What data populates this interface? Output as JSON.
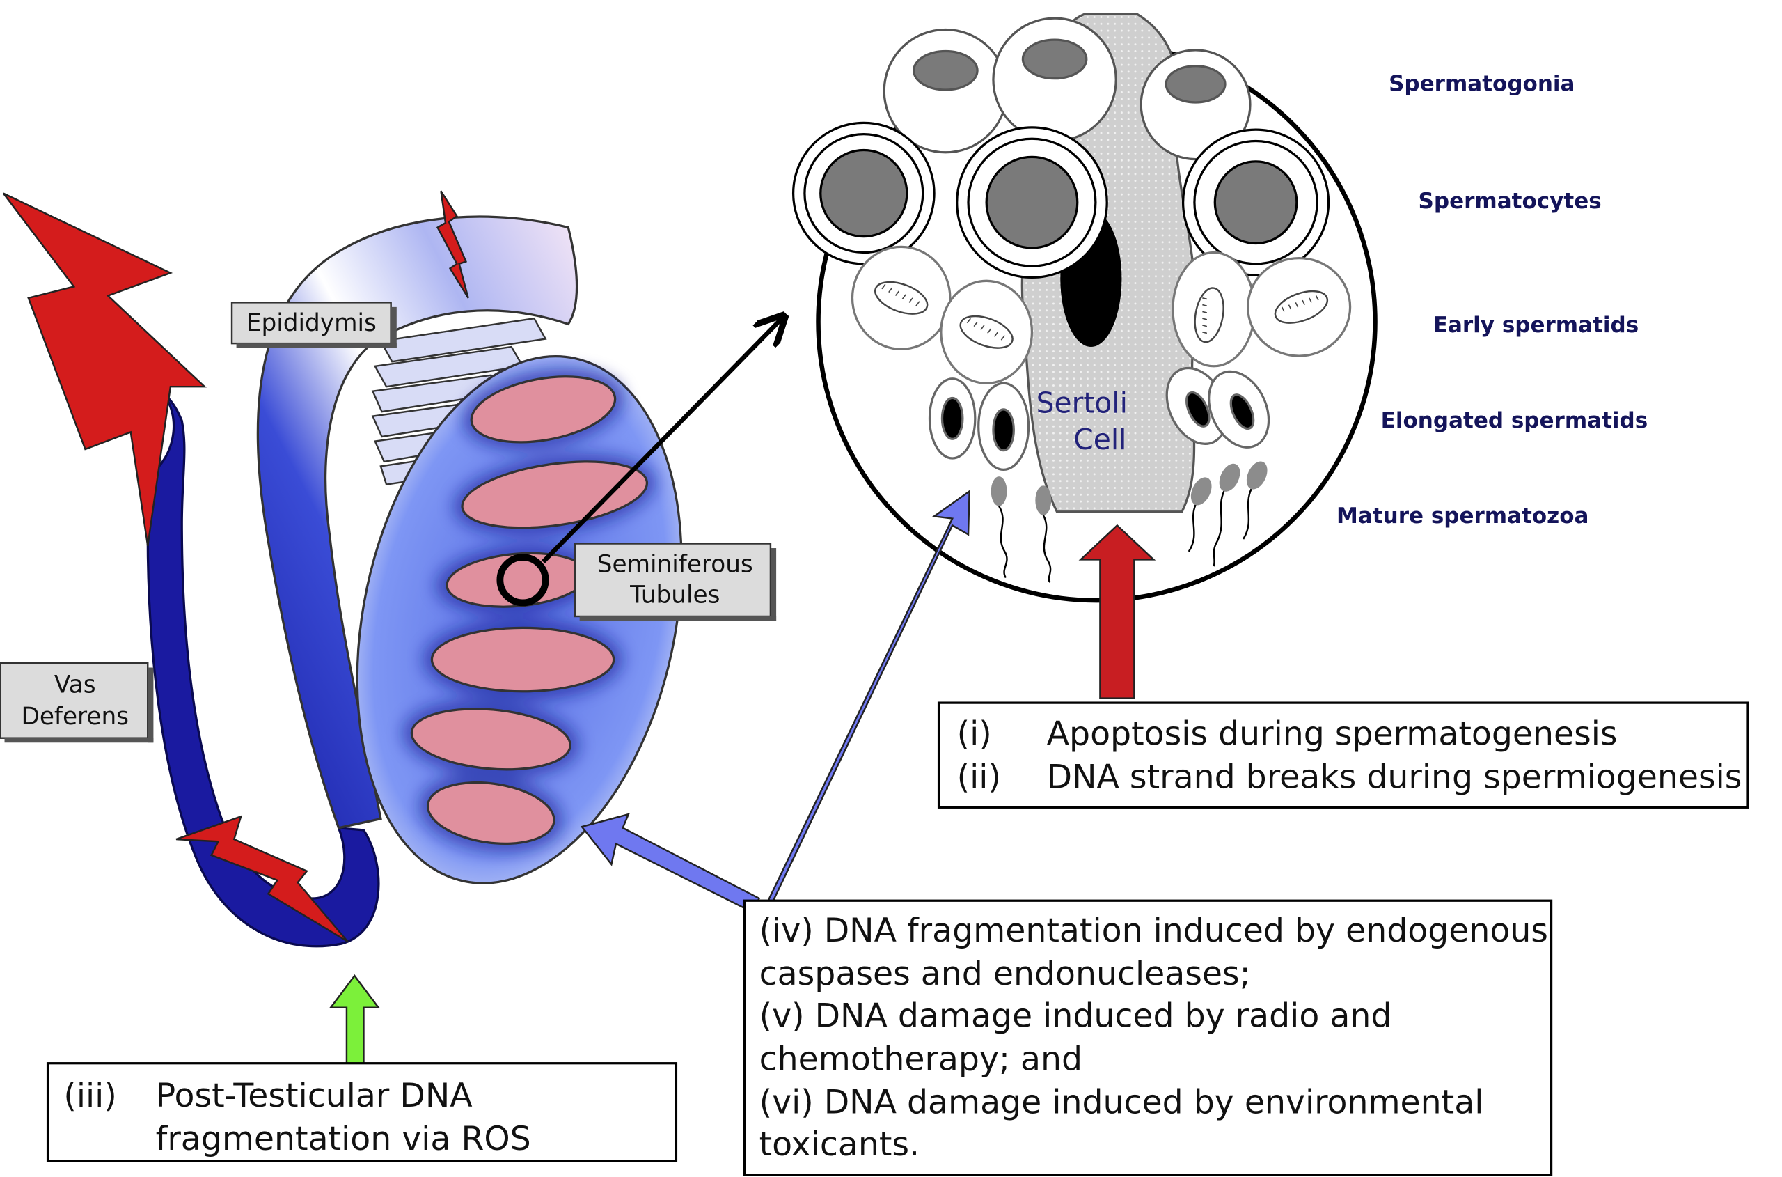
{
  "labels": {
    "epididymis": "Epididymis",
    "vas_deferens": [
      "Vas",
      "Deferens"
    ],
    "seminiferous_tubules": [
      "Seminiferous",
      "Tubules"
    ],
    "sertoli_cell": [
      "Sertoli",
      "Cell"
    ]
  },
  "stages": {
    "spermatogonia": "Spermatogonia",
    "spermatocytes": "Spermatocytes",
    "early_spermatids": "Early spermatids",
    "elongated_spermatids": "Elongated spermatids",
    "mature_spermatozoa": "Mature spermatozoa"
  },
  "testicular_box": {
    "item1_num": "(i)",
    "item1_text": "Apoptosis during spermatogenesis",
    "item2_num": "(ii)",
    "item2_text": "DNA strand breaks during spermiogenesis"
  },
  "post_testicular_box": {
    "num": "(iii)",
    "line1": "Post-Testicular DNA",
    "line2": "fragmentation  via ROS"
  },
  "causes_box": {
    "lines": [
      "(iv) DNA fragmentation induced by endogenous",
      "caspases and endonucleases;",
      "(v) DNA damage induced by radio and",
      "chemotherapy; and",
      "(vi) DNA damage induced by environmental",
      "toxicants."
    ]
  },
  "colors": {
    "vas_deferens": "#1a1aa0",
    "testis": "#6f86ee",
    "tubule": "#e0909e",
    "lightning": "#d41c1c",
    "blue_arrow": "#6f78f0",
    "red_arrow": "#c81e22",
    "green_arrow": "#7cf03a",
    "label_box": "#dcdcdc",
    "stage_text": "#14145a"
  }
}
